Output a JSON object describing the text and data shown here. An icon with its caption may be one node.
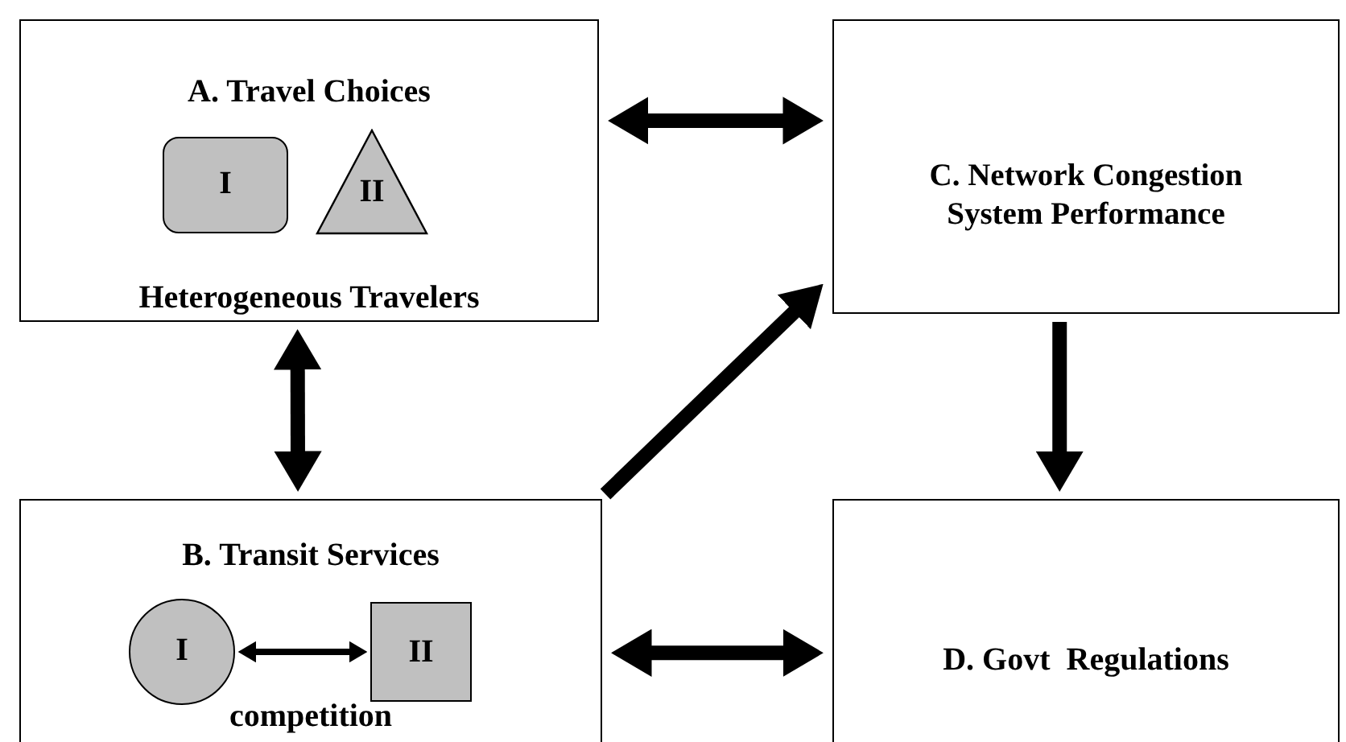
{
  "diagram": {
    "nodes": [
      {
        "text": [
          "A. Travel Choices",
          "Heterogeneous Travelers"
        ]
      },
      {
        "text": [
          "I"
        ],
        "in": 0
      },
      {
        "text": [
          "II"
        ],
        "in": 0
      },
      {
        "text": [
          "C. Network Congestion System Performance"
        ]
      },
      {
        "text": [
          "B. Transit Services",
          "competition"
        ]
      },
      {
        "text": [
          "I"
        ],
        "in": 4
      },
      {
        "text": [
          "II"
        ],
        "in": 4
      },
      {
        "text": [
          "D. Govt  Regulations"
        ]
      }
    ],
    "edges": [
      {
        "from": 0,
        "to": 3,
        "arrow": "both"
      },
      {
        "from": 0,
        "to": 4,
        "arrow": "both"
      },
      {
        "from": 4,
        "to": 3,
        "arrow": "to"
      },
      {
        "from": 3,
        "to": 7,
        "arrow": "to"
      },
      {
        "from": 4,
        "to": 7,
        "arrow": "both"
      },
      {
        "from": 5,
        "to": 6,
        "arrow": "both"
      }
    ]
  }
}
